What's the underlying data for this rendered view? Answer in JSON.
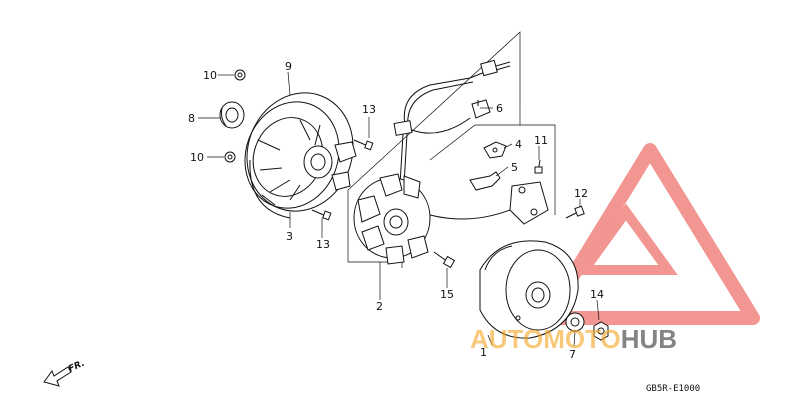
{
  "diagram": {
    "code": "GB5R-E1000",
    "direction_label": "FR.",
    "callouts": [
      "10",
      "9",
      "8",
      "10",
      "3",
      "13",
      "13",
      "6",
      "4",
      "11",
      "5",
      "12",
      "2",
      "15",
      "14",
      "1",
      "7"
    ]
  },
  "watermark": {
    "text_colored": "AUTOMOTO",
    "text_dark": "HUB",
    "colors": {
      "triangle": "#e8413a",
      "text_orange": "#f5a623",
      "text_dark": "#333333"
    }
  }
}
